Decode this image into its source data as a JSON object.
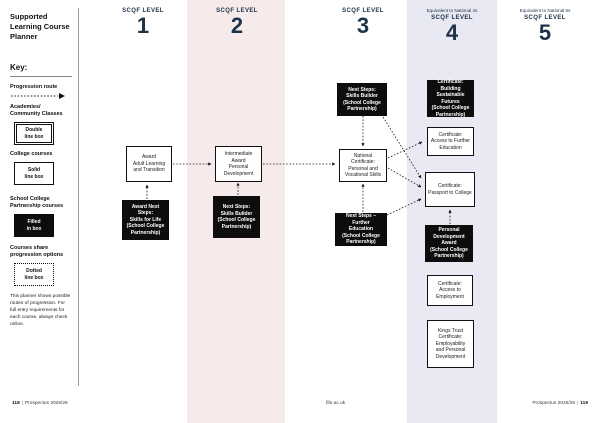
{
  "sidebar": {
    "title": "Supported Learning Course Planner",
    "key_heading": "Key:",
    "legend": [
      {
        "label": "Progression route",
        "type": "dotted-arrow"
      },
      {
        "label": "Academies/\nCommunity Classes",
        "box_text": "Double\nline box",
        "type": "double"
      },
      {
        "label": "College courses",
        "box_text": "Solid\nline box",
        "type": "solid"
      },
      {
        "label": "School College\nPartnership courses",
        "box_text": "Filled\nin box",
        "type": "filled"
      },
      {
        "label": "Courses share\nprogression options",
        "box_text": "Dotted\nline box",
        "type": "dotted"
      }
    ],
    "note": "This planner shows possible routes of progression. For full entry requirements for each course, always check online."
  },
  "header": {
    "levels": [
      {
        "eyebrow": "",
        "label": "SCQF LEVEL",
        "number": "1"
      },
      {
        "eyebrow": "",
        "label": "SCQF LEVEL",
        "number": "2"
      },
      {
        "eyebrow": "",
        "label": "SCQF LEVEL",
        "number": "3"
      },
      {
        "eyebrow": "Equivalent to National 4s",
        "label": "SCQF LEVEL",
        "number": "4"
      },
      {
        "eyebrow": "Equivalent to National 5s",
        "label": "SCQF LEVEL",
        "number": "5"
      }
    ]
  },
  "diagram": {
    "boxes": [
      {
        "label": "Award\nAdult Learning\nand Transition",
        "type": "solid",
        "level": 1
      },
      {
        "label": "Award Next Steps:\nSkills for Life\n(School College\nPartnership)",
        "type": "filled",
        "level": 1
      },
      {
        "label": "Intermediate\nAward\nPersonal\nDevelopment",
        "type": "solid",
        "level": 2
      },
      {
        "label": "Next Steps:\nSkills Builder\n(School College\nPartnership)",
        "type": "filled",
        "level": 2
      },
      {
        "label": "Next Steps:\nSkills Builder\n(School College\nPartnership)",
        "type": "filled",
        "level": 3
      },
      {
        "label": "National Certificate:\nPersonal and\nVocational Skills",
        "type": "solid",
        "level": 3
      },
      {
        "label": "Next Steps – Further\nEducation\n(School College\nPartnership)",
        "type": "filled",
        "level": 3
      },
      {
        "label": "Certificate:\nBuilding\nSustainable Futures\n(School College\nPartnership)",
        "type": "filled",
        "level": 4
      },
      {
        "label": "Certificate:\nAccess to Further\nEducation",
        "type": "solid",
        "level": 4
      },
      {
        "label": "Certificate:\nPassport to College",
        "type": "solid",
        "level": 4
      },
      {
        "label": "Personal\nDevelopment\nAward\n(School College\nPartnership)",
        "type": "filled",
        "level": 4
      },
      {
        "label": "Certificate:\nAccess to\nEmployment",
        "type": "solid",
        "level": 4
      },
      {
        "label": "Kings Trust\nCertificate:\nEmployability\nand Personal\nDevelopment",
        "type": "solid",
        "level": 4
      }
    ],
    "connections": [
      {
        "from": 1,
        "to": 0
      },
      {
        "from": 0,
        "to": 2
      },
      {
        "from": 3,
        "to": 2
      },
      {
        "from": 2,
        "to": 5
      },
      {
        "from": 4,
        "to": 5
      },
      {
        "from": 6,
        "to": 5
      },
      {
        "from": 5,
        "to": 8
      },
      {
        "from": 4,
        "to": 9
      },
      {
        "from": 5,
        "to": 9
      },
      {
        "from": 6,
        "to": 9
      },
      {
        "from": 10,
        "to": 9
      }
    ]
  },
  "footer": {
    "left_page": "118",
    "left_label": "Prospectus 2025/26",
    "sep": "|",
    "site": "fife.ac.uk",
    "right_label": "Prospectus 2025/26",
    "right_page": "119"
  },
  "colors": {
    "level2_band": "#f6eaea",
    "level4_band": "#e9e9f3",
    "header_text": "#1d3349",
    "partnership_box": "#0d0d0d"
  }
}
